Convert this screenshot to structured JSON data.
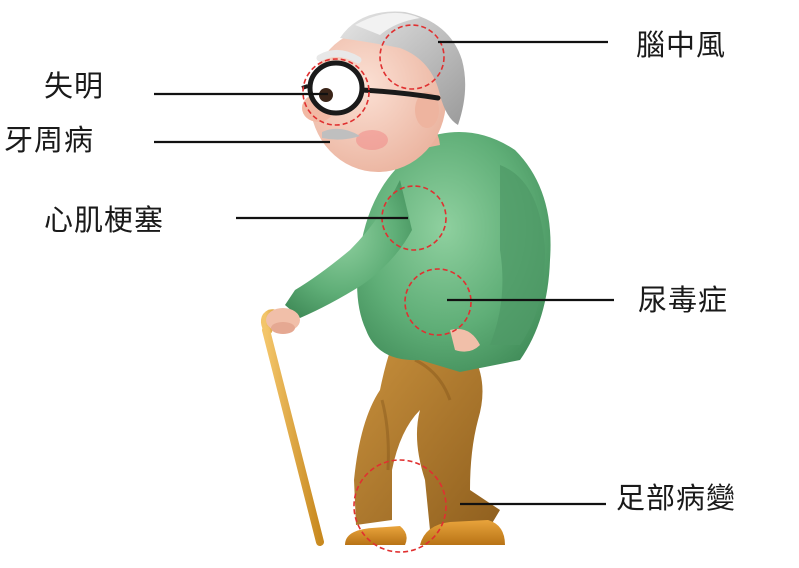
{
  "labels": {
    "stroke": "腦中風",
    "blindness": "失明",
    "periodontal": "牙周病",
    "myocardial_infarction": "心肌梗塞",
    "uremia": "尿毒症",
    "foot_lesion": "足部病變"
  },
  "colors": {
    "shirt": "#5fae77",
    "pants": "#b07a2c",
    "cane": "#e0a53a",
    "skin": "#f5c9b8",
    "hair": "#b9b9b9",
    "marker_circle": "#e03030",
    "leader_line": "#111111"
  }
}
